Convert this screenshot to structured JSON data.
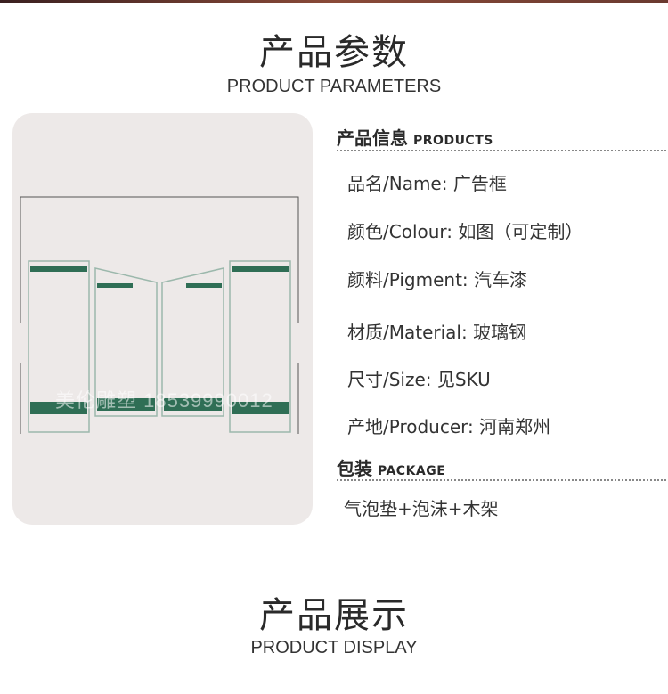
{
  "header": {
    "title_cn": "产品参数",
    "title_en": "PRODUCT PARAMETERS"
  },
  "image": {
    "watermark": "美伦雕塑 18539990012"
  },
  "info": {
    "section_cn": "产品信息",
    "section_en": "PRODUCTS",
    "rows": [
      "品名/Name: 广告框",
      "颜色/Colour: 如图（可定制）",
      "颜料/Pigment: 汽车漆",
      "材质/Material: 玻璃钢",
      "尺寸/Size: 见SKU",
      "产地/Producer: 河南郑州"
    ]
  },
  "package": {
    "section_cn": "包装",
    "section_en": "PACKAGE",
    "value": "气泡垫+泡沫+木架"
  },
  "display": {
    "title_cn": "产品展示",
    "title_en": "PRODUCT DISPLAY"
  }
}
